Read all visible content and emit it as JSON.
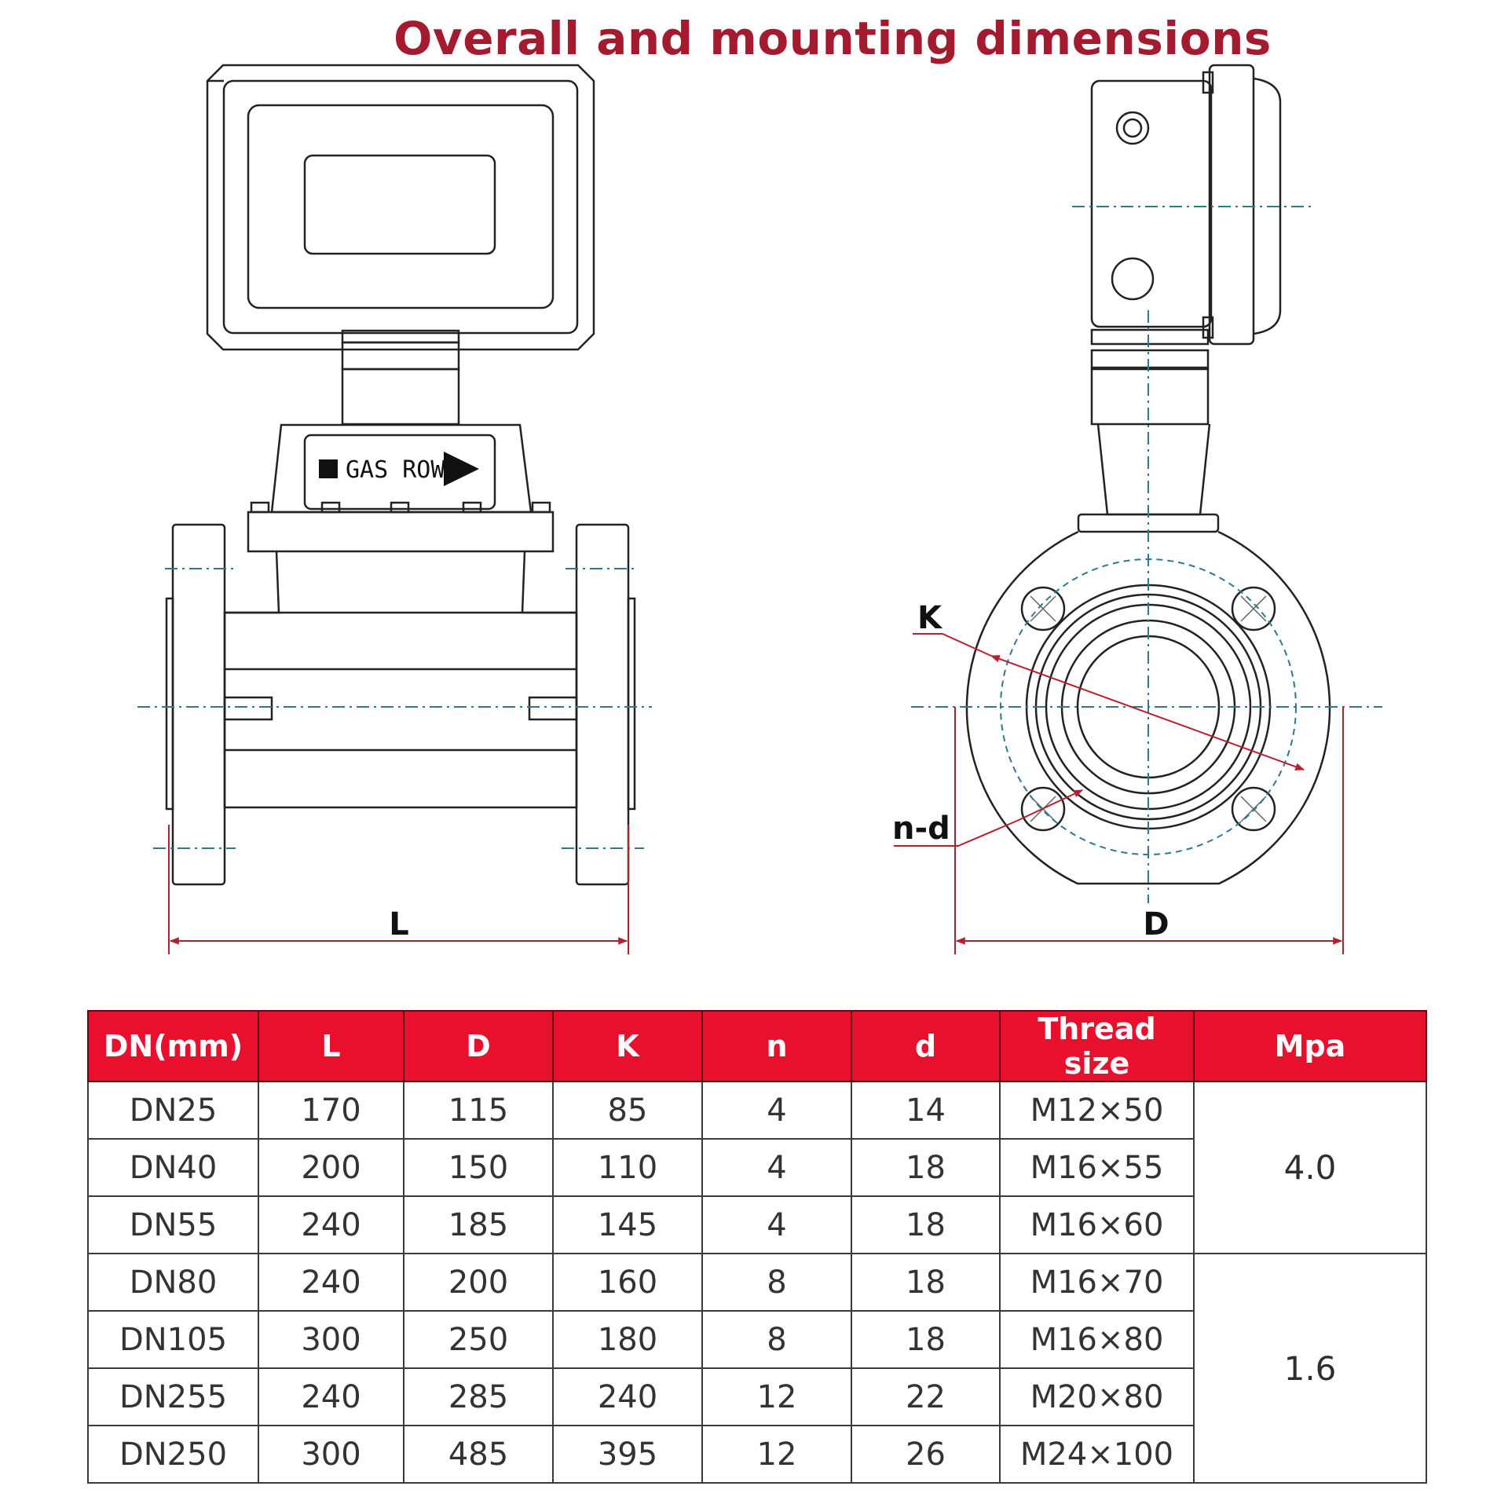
{
  "title": "Overall and mounting dimensions",
  "front_view": {
    "flow_label": "GAS ROW",
    "length_label": "L"
  },
  "side_view": {
    "pitch_circle_label": "K",
    "holes_label": "n-d",
    "diameter_label": "D"
  },
  "colors": {
    "title": "#a41a2e",
    "header_bg": "#e8102d",
    "dimension_line": "#b5202f",
    "center_line": "#2c7a8c"
  },
  "table": {
    "headers": [
      "DN(mm)",
      "L",
      "D",
      "K",
      "n",
      "d",
      "Thread size",
      "Mpa"
    ],
    "rows": [
      [
        "DN25",
        "170",
        "115",
        "85",
        "4",
        "14",
        "M12×50"
      ],
      [
        "DN40",
        "200",
        "150",
        "110",
        "4",
        "18",
        "M16×55"
      ],
      [
        "DN55",
        "240",
        "185",
        "145",
        "4",
        "18",
        "M16×60"
      ],
      [
        "DN80",
        "240",
        "200",
        "160",
        "8",
        "18",
        "M16×70"
      ],
      [
        "DN105",
        "300",
        "250",
        "180",
        "8",
        "18",
        "M16×80"
      ],
      [
        "DN255",
        "240",
        "285",
        "240",
        "12",
        "22",
        "M20×80"
      ],
      [
        "DN250",
        "300",
        "485",
        "395",
        "12",
        "26",
        "M24×100"
      ]
    ],
    "mpa_groups": [
      {
        "value": "4.0",
        "rows": 3
      },
      {
        "value": "1.6",
        "rows": 4
      }
    ]
  }
}
